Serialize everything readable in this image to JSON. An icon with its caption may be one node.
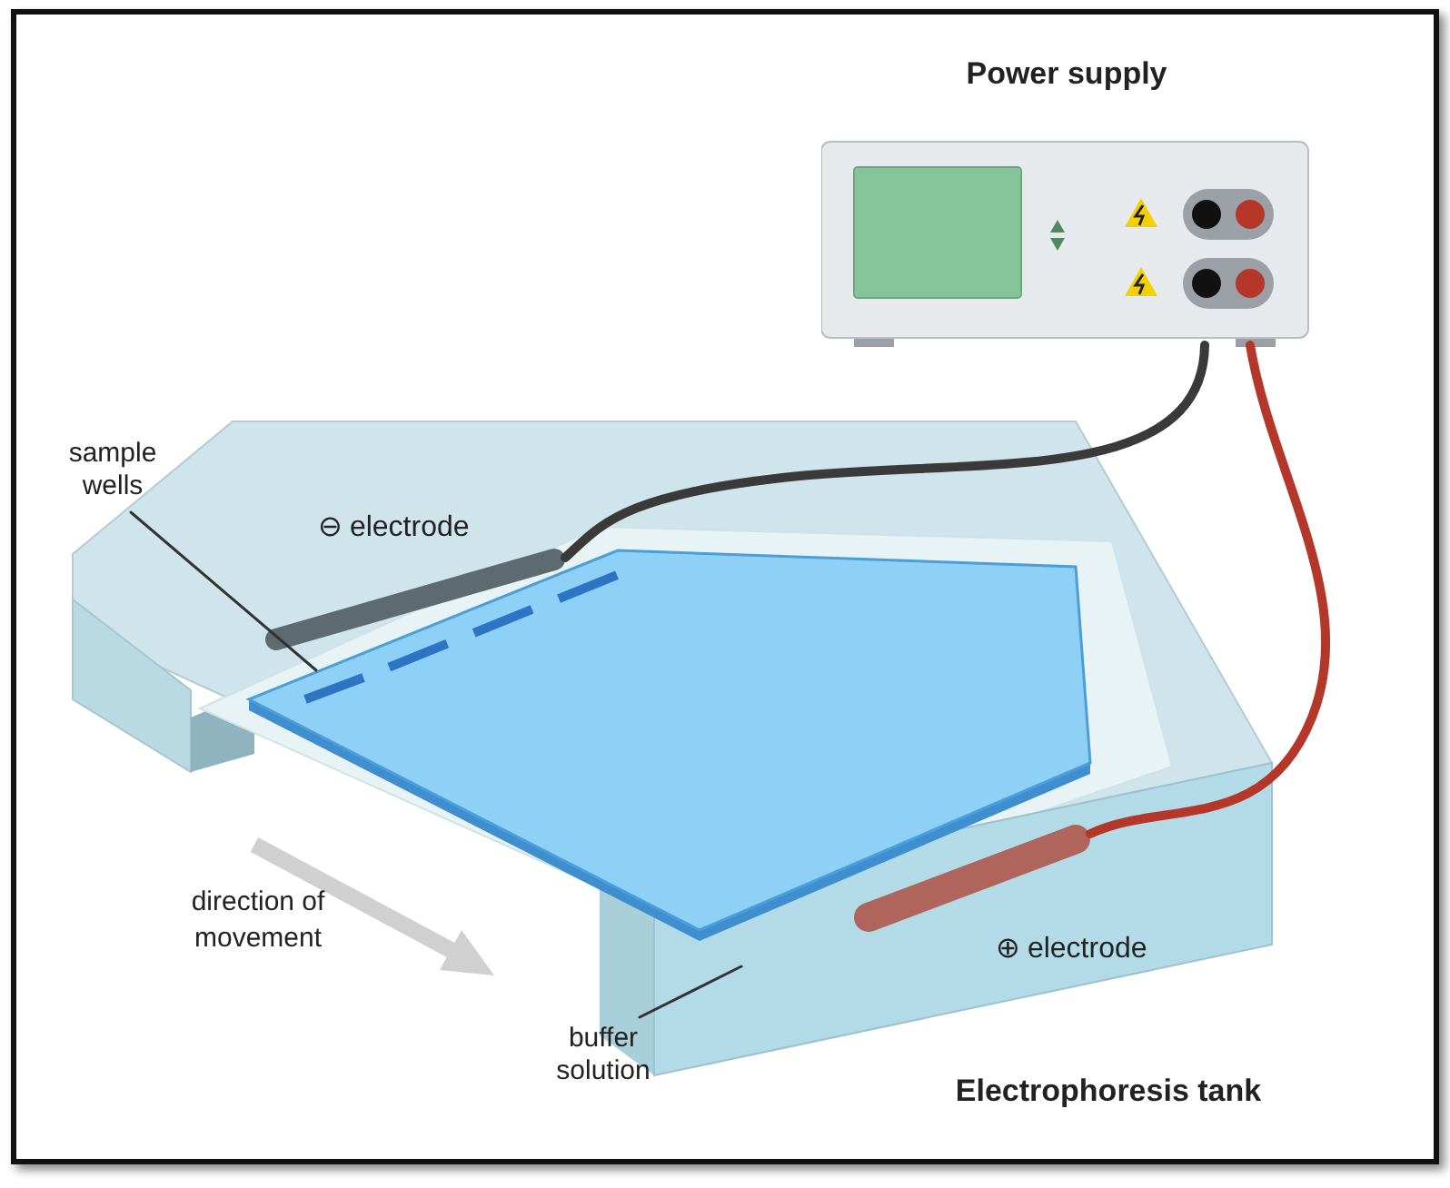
{
  "diagram": {
    "nodes": [
      {
        "text": [
          "Power supply"
        ]
      },
      {
        "text": [
          "Electrophoresis tank"
        ]
      },
      {
        "text": [],
        "shape": "bar",
        "beside": [
          "⊖ electrode"
        ],
        "in": 1
      },
      {
        "text": [],
        "shape": "bar",
        "beside": [
          "⊕ electrode"
        ],
        "in": 1
      },
      {
        "text": [],
        "shape": "box",
        "in": 1
      },
      {
        "text": [
          "sample wells"
        ]
      },
      {
        "text": [],
        "shape": "bar",
        "in": 4
      },
      {
        "text": [
          "buffer solution"
        ]
      }
    ],
    "edges": [
      {
        "from": 0,
        "to": 2,
        "arrow": "none",
        "style": "thick",
        "color": "#3a3a3a"
      },
      {
        "from": 0,
        "to": 3,
        "arrow": "none",
        "style": "thick",
        "color": "#b5372a"
      },
      {
        "from": 5,
        "to": 6,
        "arrow": "none"
      },
      {
        "from": 7,
        "to": 1,
        "arrow": "none"
      }
    ],
    "labels": [
      "direction of movement"
    ]
  }
}
